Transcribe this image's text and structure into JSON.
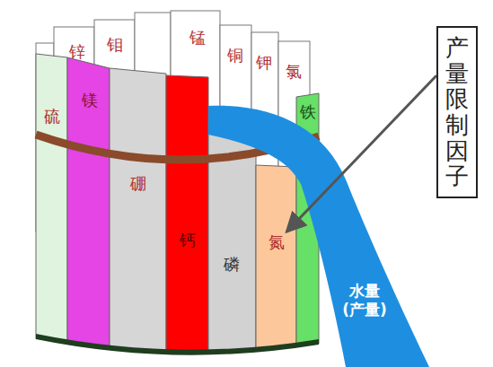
{
  "diagram": {
    "nodes": [
      {
        "text": [
          "锌"
        ]
      },
      {
        "text": [
          "钼"
        ]
      },
      {
        "text": [
          "锰"
        ]
      },
      {
        "text": [
          "铜"
        ]
      },
      {
        "text": [
          "钾"
        ]
      },
      {
        "text": [
          "氯"
        ]
      },
      {
        "text": [
          "硫"
        ]
      },
      {
        "text": [
          "镁"
        ]
      },
      {
        "text": [
          "铁"
        ]
      },
      {
        "text": [
          "硼"
        ]
      },
      {
        "text": [
          "钙"
        ]
      },
      {
        "text": [
          "磷"
        ]
      },
      {
        "text": [
          "氮"
        ]
      },
      {
        "text": [
          "产量限制因子"
        ]
      },
      {
        "text": [
          "水量 (产量)"
        ]
      }
    ],
    "edges": [
      {
        "from": 13,
        "to": 12,
        "arrow": "to"
      }
    ]
  }
}
